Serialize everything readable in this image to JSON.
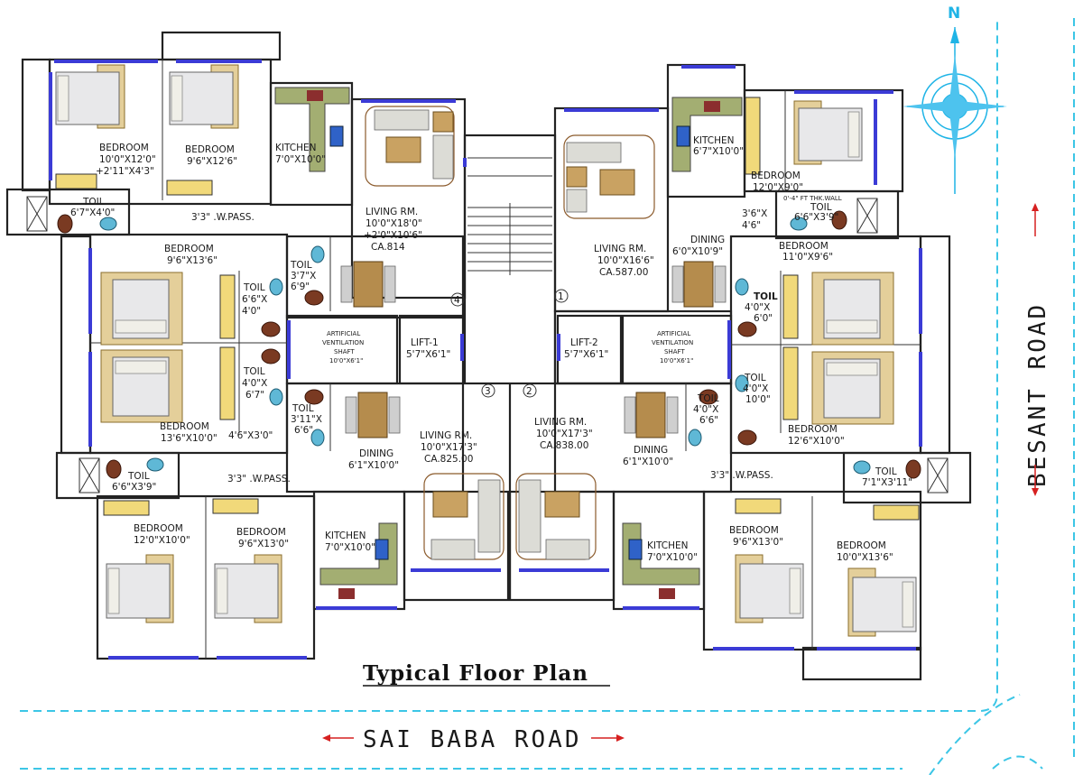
{
  "title": "Typical Floor Plan",
  "compass": "N",
  "roads": {
    "south": "SAI BABA ROAD",
    "east": "BESANT ROAD"
  },
  "flat4": {
    "bedroom_a": {
      "name": "BEDROOM",
      "size1": "10'0\"X12'0\"",
      "size2": "+2'11\"X4'3\""
    },
    "bedroom_b": {
      "name": "BEDROOM",
      "size1": "9'6\"X12'6\""
    },
    "kitchen": {
      "name": "KITCHEN",
      "size": "7'0\"X10'0\""
    },
    "toil_a": {
      "name": "TOIL",
      "size": "6'7\"X4'0\""
    },
    "passage": "3'3\" .W.PASS.",
    "living": {
      "name": "LIVING RM.",
      "size1": "10'0\"X18'0\"",
      "size2": "+2'0\"X10'6\"",
      "ca": "CA.814"
    },
    "bedroom_c": {
      "name": "BEDROOM",
      "size": "9'6\"X13'6\""
    },
    "toil_b": {
      "name": "TOIL",
      "size1": "3'7\"X",
      "size2": "6'9\""
    },
    "toil_c": {
      "name": "TOIL",
      "size1": "6'6\"X",
      "size2": "4'0\""
    },
    "number": "4"
  },
  "flat1": {
    "kitchen": {
      "name": "KITCHEN",
      "size": "6'7\"X10'0\""
    },
    "bedroom_a": {
      "name": "BEDROOM",
      "size": "12'0\"X9'0\""
    },
    "wall_note": "0'-4\" FT THK.WALL",
    "toil_a": {
      "name": "TOIL",
      "size": "6'6\"X3'9\""
    },
    "passage": {
      "line1": "3'6\"X",
      "line2": "4'6\""
    },
    "living": {
      "name": "LIVING RM.",
      "size": "10'0\"X16'6\"",
      "ca": "CA.587.00"
    },
    "dining": {
      "name": "DINING",
      "size": "6'0\"X10'9\""
    },
    "bedroom_b": {
      "name": "BEDROOM",
      "size": "11'0\"X9'6\""
    },
    "toil_b": {
      "name": "TOIL",
      "size1": "4'0\"X",
      "size2": "6'0\""
    },
    "number": "1"
  },
  "core": {
    "shaft_left": {
      "line1": "ARTIFICIAL",
      "line2": "VENTILATION",
      "line3": "SHAFT",
      "size": "10'0\"X6'1\""
    },
    "lift1": {
      "name": "LIFT-1",
      "size": "5'7\"X6'1\""
    },
    "lift2": {
      "name": "LIFT-2",
      "size": "5'7\"X6'1\""
    },
    "shaft_right": {
      "line1": "ARTIFICIAL",
      "line2": "VENTILATION",
      "line3": "SHAFT",
      "size": "10'0\"X6'1\""
    }
  },
  "flat3": {
    "toil_a": {
      "name": "TOIL",
      "size1": "4'0\"X",
      "size2": "6'7\""
    },
    "toil_b": {
      "name": "TOIL",
      "size1": "3'11\"X",
      "size2": "6'6\""
    },
    "bedroom_a": {
      "name": "BEDROOM",
      "size": "13'6\"X10'0\""
    },
    "passage_small": "4'6\"X3'0\"",
    "dining": {
      "name": "DINING",
      "size": "6'1\"X10'0\""
    },
    "living": {
      "name": "LIVING RM.",
      "size": "10'0\"X17'3\"",
      "ca": "CA.825.00"
    },
    "toil_c": {
      "name": "TOIL",
      "size": "6'6\"X3'9\""
    },
    "passage": "3'3\" .W.PASS.",
    "bedroom_b": {
      "name": "BEDROOM",
      "size": "12'0\"X10'0\""
    },
    "bedroom_c": {
      "name": "BEDROOM",
      "size": "9'6\"X13'0\""
    },
    "kitchen": {
      "name": "KITCHEN",
      "size": "7'0\"X10'0\""
    },
    "number": "3"
  },
  "flat2": {
    "living": {
      "name": "LIVING RM.",
      "size": "10'0\"X17'3\"",
      "ca": "CA.838.00"
    },
    "dining": {
      "name": "DINING",
      "size": "6'1\"X10'0\""
    },
    "toil_a": {
      "name": "TOIL",
      "size1": "4'0\"X",
      "size2": "6'6\""
    },
    "toil_b": {
      "name": "TOIL",
      "size1": "4'0\"X",
      "size2": "10'0\""
    },
    "bedroom_a": {
      "name": "BEDROOM",
      "size": "12'6\"X10'0\""
    },
    "passage": "3'3\" .W.PASS.",
    "toil_c": {
      "name": "TOIL",
      "size": "7'1\"X3'11\""
    },
    "bedroom_b": {
      "name": "BEDROOM",
      "size": "9'6\"X13'0\""
    },
    "bedroom_c": {
      "name": "BEDROOM",
      "size": "10'0\"X13'6\""
    },
    "kitchen": {
      "name": "KITCHEN",
      "size": "7'0\"X10'0\""
    },
    "number": "2"
  }
}
